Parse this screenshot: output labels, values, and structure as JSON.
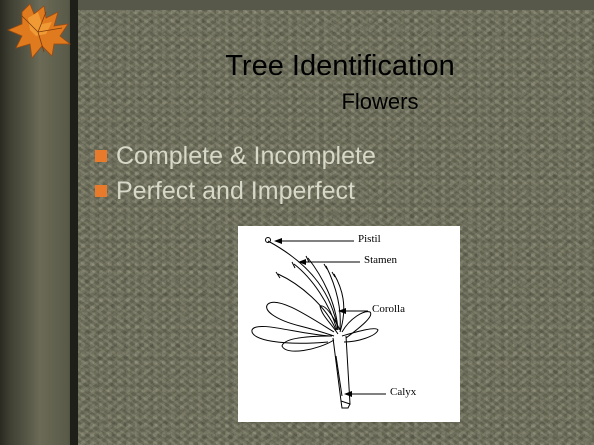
{
  "slide": {
    "title": "Tree Identification",
    "subtitle": "Flowers",
    "bullets": [
      {
        "text": "Complete & Incomplete"
      },
      {
        "text": "Perfect and Imperfect"
      }
    ],
    "figure": {
      "icon": "flower-diagram",
      "labels": {
        "pistil": "Pistil",
        "stamen": "Stamen",
        "corolla": "Corolla",
        "calyx": "Calyx"
      }
    }
  },
  "colors": {
    "background": "#6d6d5a",
    "bullet_marker": "#e87a2c",
    "bullet_text": "#d8d8c8",
    "title_text": "#000000",
    "leaf": "#e07a1e"
  }
}
